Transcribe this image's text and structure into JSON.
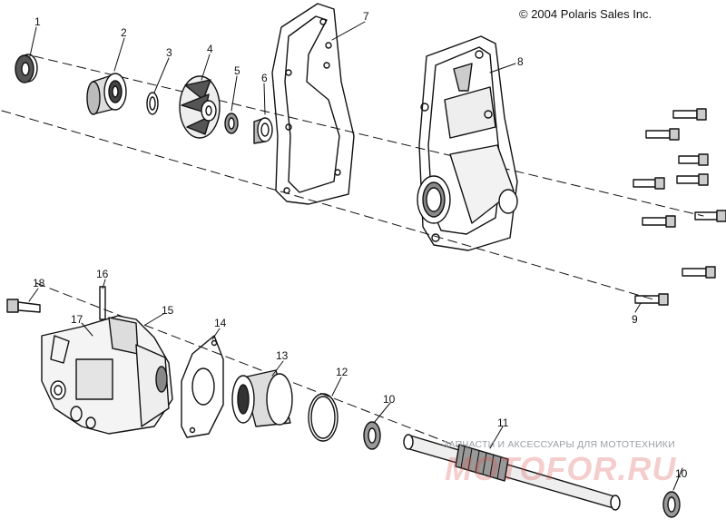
{
  "copyright": "© 2004 Polaris Sales Inc.",
  "watermark": {
    "text": "ЗАПЧАСТИ И АКСЕССУАРЫ ДЛЯ МОТОТЕХНИКИ",
    "logo": "MOTOFOR.RU"
  },
  "callouts": {
    "c1": "1",
    "c2": "2",
    "c3": "3",
    "c4": "4",
    "c5": "5",
    "c6": "6",
    "c7": "7",
    "c8": "8",
    "c9": "9",
    "c10a": "10",
    "c10b": "10",
    "c11": "11",
    "c12": "12",
    "c13": "13",
    "c14": "14",
    "c15": "15",
    "c16": "16",
    "c17": "17",
    "c18": "18"
  },
  "colors": {
    "line": "#111111",
    "shade": "#9a9a9a",
    "paper": "#ffffff",
    "watermark": "#d9534f"
  }
}
